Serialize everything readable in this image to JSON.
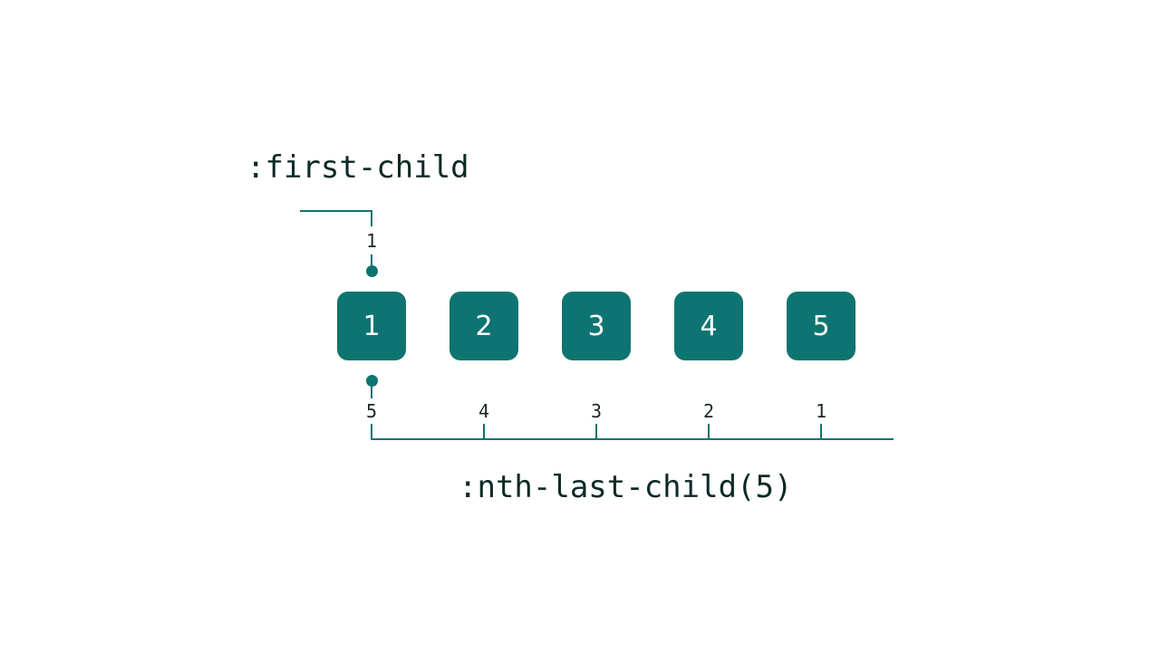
{
  "top_label": ":first-child",
  "bottom_label": ":nth-last-child(5)",
  "top_index": "1",
  "boxes": [
    "1",
    "2",
    "3",
    "4",
    "5"
  ],
  "bottom_indices": [
    "5",
    "4",
    "3",
    "2",
    "1"
  ],
  "colors": {
    "accent": "#0e7471",
    "text": "#0e2a26",
    "box_text": "#ffffff",
    "background": "#ffffff"
  }
}
